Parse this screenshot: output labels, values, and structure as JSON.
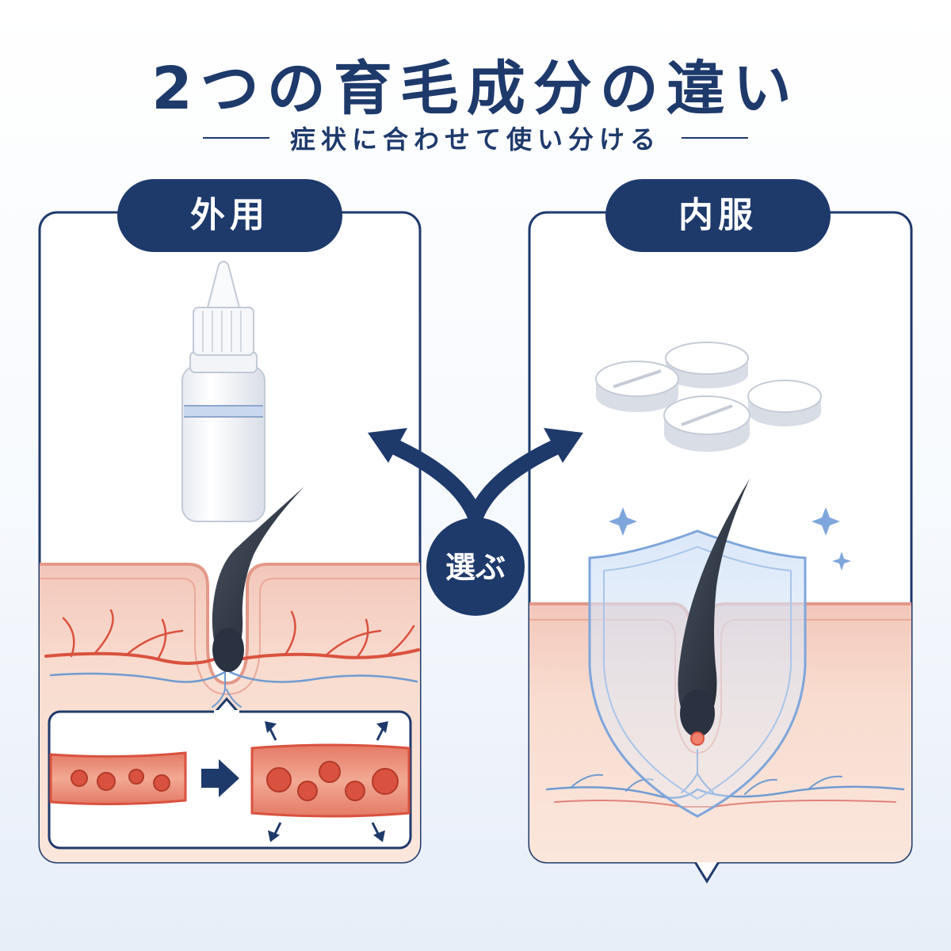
{
  "title": "2つの育毛成分の違い",
  "subtitle": "症状に合わせて使い分ける",
  "panels": {
    "left": {
      "label": "外用"
    },
    "right": {
      "label": "内服"
    }
  },
  "center": {
    "label": "選ぶ"
  },
  "colors": {
    "navy": "#1e3a6b",
    "skin": "#f6d7cd",
    "vessel_red": "#d9523f",
    "vessel_blue": "#6f9bd1",
    "shield_blue": "#7ea6db"
  }
}
